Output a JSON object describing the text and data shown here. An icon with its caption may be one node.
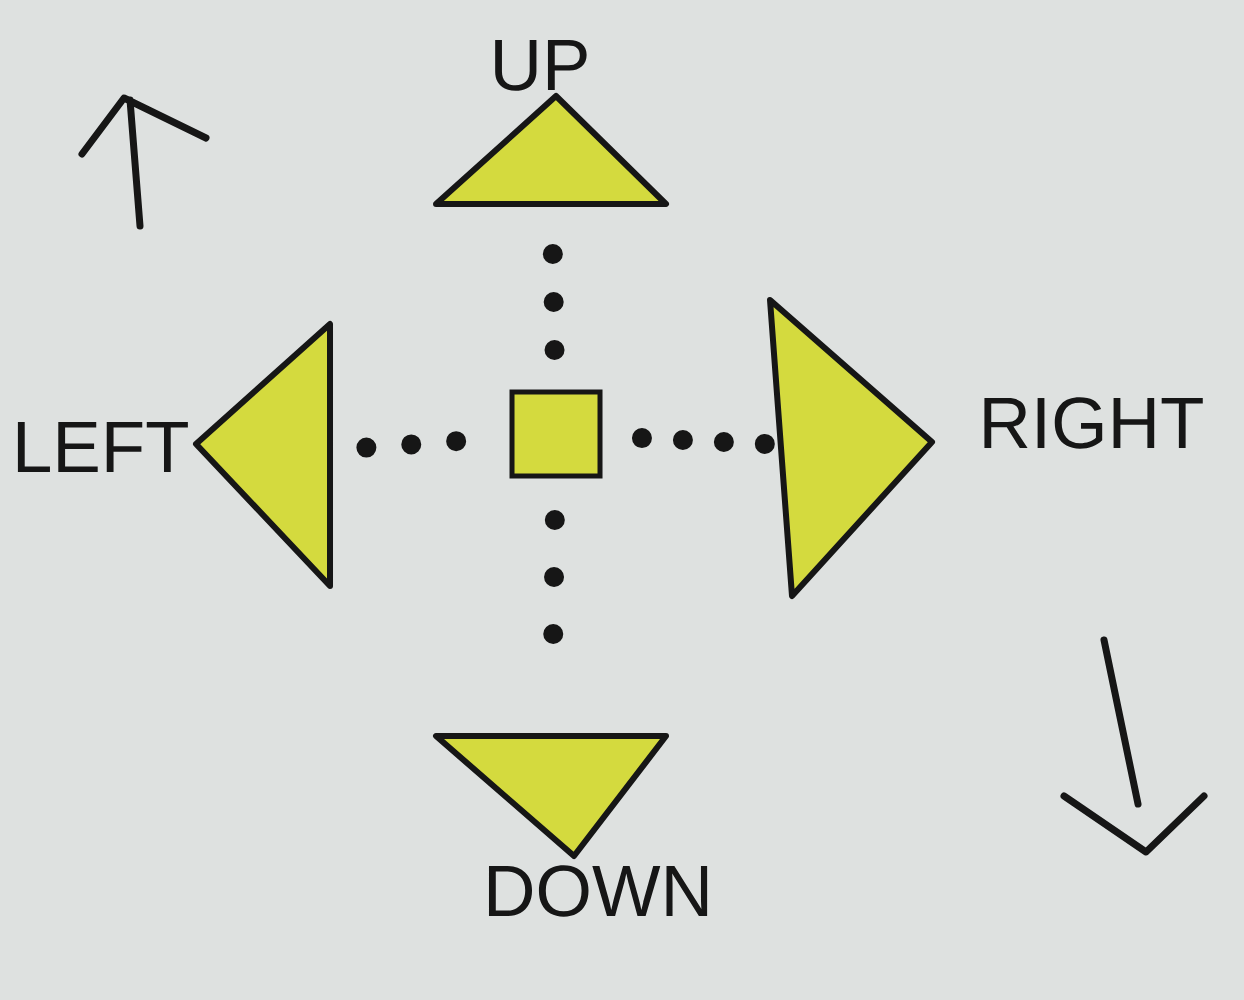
{
  "diagram": {
    "nodes": [
      {
        "text": [
          "UP"
        ]
      },
      {
        "text": [
          "LEFT"
        ]
      },
      {
        "text": [],
        "shape": "box"
      },
      {
        "text": [
          "RIGHT"
        ]
      },
      {
        "text": [
          "DOWN"
        ]
      }
    ],
    "edges": [
      {
        "from": 2,
        "to": 0,
        "arrow": "none",
        "style": "dashed"
      },
      {
        "from": 2,
        "to": 1,
        "arrow": "none",
        "style": "dashed"
      },
      {
        "from": 2,
        "to": 3,
        "arrow": "none",
        "style": "dashed"
      },
      {
        "from": 2,
        "to": 4,
        "arrow": "none",
        "style": "dashed"
      }
    ]
  }
}
